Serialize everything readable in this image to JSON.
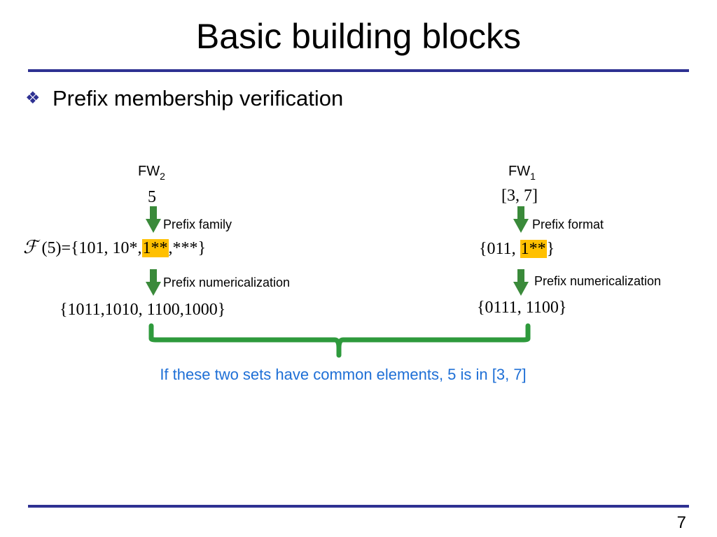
{
  "slide": {
    "title": "Basic building blocks",
    "bullet": "Prefix membership verification",
    "page_number": "7"
  },
  "left": {
    "label": "FW",
    "label_sub": "2",
    "value": "5",
    "step1": "Prefix family",
    "family_symbol": "ℱ",
    "family_prefix": " (5)={101, 10*,",
    "family_highlight": "1**",
    "family_suffix": ",***}",
    "step2": "Prefix numericalization",
    "numeric_set": "{1011,1010, 1100,1000}"
  },
  "right": {
    "label": "FW",
    "label_sub": "1",
    "value": "[3, 7]",
    "step1": "Prefix format",
    "format_prefix": "{011, ",
    "format_highlight": "1**",
    "format_suffix": "}",
    "step2": "Prefix numericalization",
    "numeric_set": "{0111, 1100}"
  },
  "conclusion": "If these two sets have common elements, 5 is in [3, 7]",
  "colors": {
    "rule": "#2e3192",
    "arrow": "#3a8a3a",
    "bracket": "#2e9a3c",
    "highlight": "#ffc000",
    "conclusion": "#1e6fd6"
  }
}
